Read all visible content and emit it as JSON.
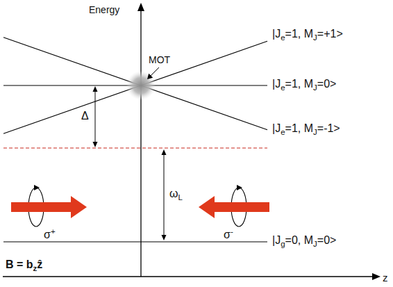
{
  "diagram": {
    "labels": [
      "Energy",
      "MOT",
      "|Je=1, MJ=+1>",
      "|Je=1, MJ=0>",
      "Δ",
      "|Je=1, MJ=-1>",
      "ωL",
      "σ+",
      "σ-",
      "|Jg=0, MJ=0>",
      "B = bzẑ",
      "z"
    ]
  }
}
